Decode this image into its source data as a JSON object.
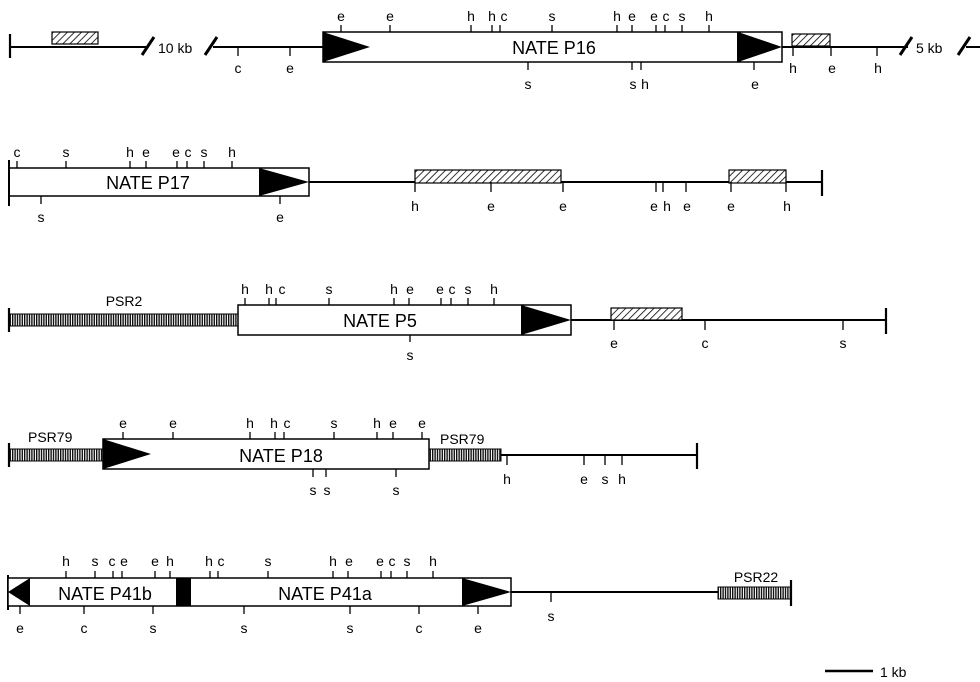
{
  "construct_p16": {
    "box_label": "NATE P16",
    "break_label_1": "10 kb",
    "break_label_2": "5 kb",
    "sites_top": [
      "e",
      "e",
      "h",
      "h",
      "c",
      "s",
      "h",
      "e",
      "e",
      "c",
      "s",
      "h"
    ],
    "sites_bottom": [
      "c",
      "e",
      "s",
      "s",
      "h",
      "e",
      "h",
      "e",
      "h"
    ]
  },
  "construct_p17": {
    "box_label": "NATE P17",
    "sites_top": [
      "c",
      "s",
      "h",
      "e",
      "e",
      "c",
      "s",
      "h"
    ],
    "sites_bottom": [
      "s",
      "e",
      "h",
      "e",
      "e",
      "e",
      "h",
      "e",
      "e",
      "h"
    ]
  },
  "construct_p5": {
    "box_label": "NATE P5",
    "psr_label": "PSR2",
    "sites_top": [
      "h",
      "h",
      "c",
      "s",
      "h",
      "e",
      "e",
      "c",
      "s",
      "h"
    ],
    "sites_bottom": [
      "s",
      "e",
      "c",
      "s"
    ]
  },
  "construct_p18": {
    "box_label": "NATE P18",
    "psr_label_left": "PSR79",
    "psr_label_right": "PSR79",
    "sites_top": [
      "e",
      "e",
      "h",
      "h",
      "c",
      "s",
      "h",
      "e",
      "e"
    ],
    "sites_bottom": [
      "s",
      "s",
      "s",
      "h",
      "e",
      "s",
      "h"
    ]
  },
  "construct_p41": {
    "box_label_b": "NATE P41b",
    "box_label_a": "NATE P41a",
    "psr_label": "PSR22",
    "sites_top": [
      "h",
      "s",
      "c",
      "e",
      "e",
      "h",
      "h",
      "c",
      "s",
      "h",
      "e",
      "e",
      "c",
      "s",
      "h"
    ],
    "sites_bottom": [
      "e",
      "c",
      "s",
      "s",
      "s",
      "c",
      "e",
      "s"
    ]
  },
  "scale": {
    "label": "1 kb"
  }
}
